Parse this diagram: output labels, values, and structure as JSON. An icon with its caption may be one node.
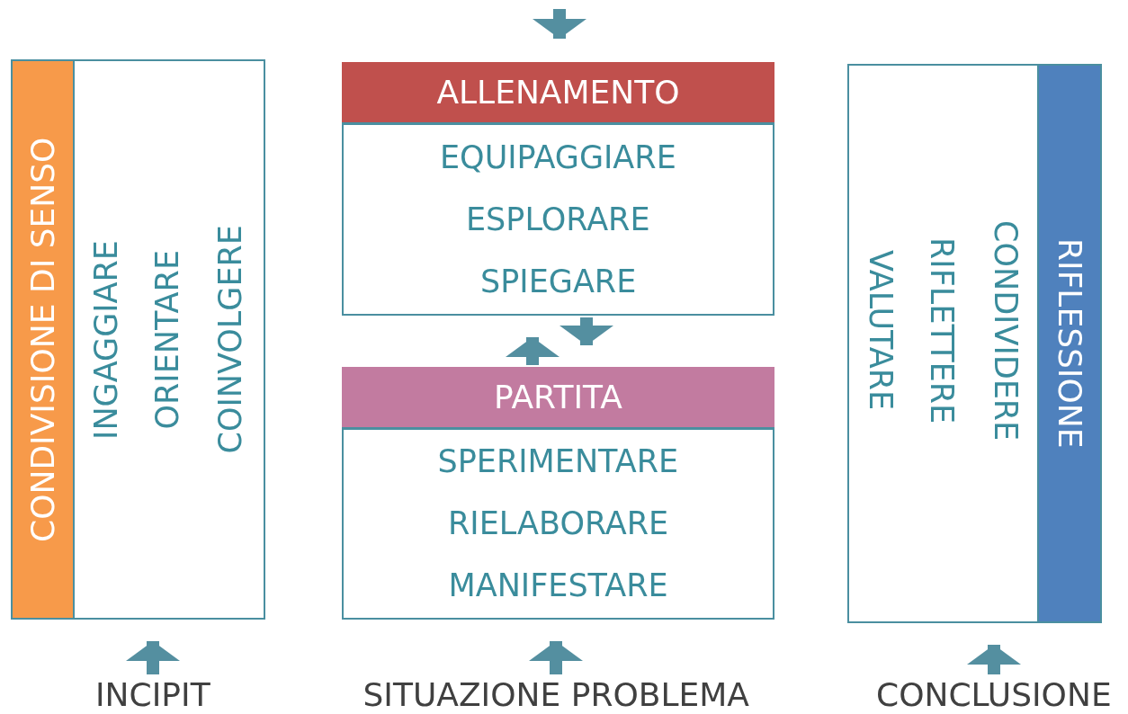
{
  "diagram": {
    "nodes": [
      {
        "text": [
          "CONDIVISIONE DI SENSO",
          "INGAGGIARE",
          "ORIENTARE",
          "COINVOLGERE"
        ]
      },
      {
        "text": [
          "ALLENAMENTO",
          "EQUIPAGGIARE",
          "ESPLORARE",
          "SPIEGARE"
        ]
      },
      {
        "text": [
          "PARTITA",
          "SPERIMENTARE",
          "RIELABORARE",
          "MANIFESTARE"
        ]
      },
      {
        "text": [
          "RIFLESSIONE",
          "CONDIVIDERE",
          "RIFLETTERE",
          "VALUTARE"
        ]
      },
      {
        "text": [
          "INCIPIT"
        ]
      },
      {
        "text": [
          "SITUAZIONE PROBLEMA"
        ]
      },
      {
        "text": [
          "CONCLUSIONE"
        ]
      }
    ],
    "edges": [
      {
        "from": null,
        "to": 1,
        "arrow": "to"
      },
      {
        "from": 2,
        "to": 1,
        "arrow": "to"
      },
      {
        "from": 1,
        "to": 2,
        "arrow": "to"
      },
      {
        "from": 4,
        "to": 0,
        "arrow": "to"
      },
      {
        "from": 5,
        "to": 2,
        "arrow": "to"
      },
      {
        "from": 6,
        "to": 3,
        "arrow": "to"
      }
    ]
  }
}
